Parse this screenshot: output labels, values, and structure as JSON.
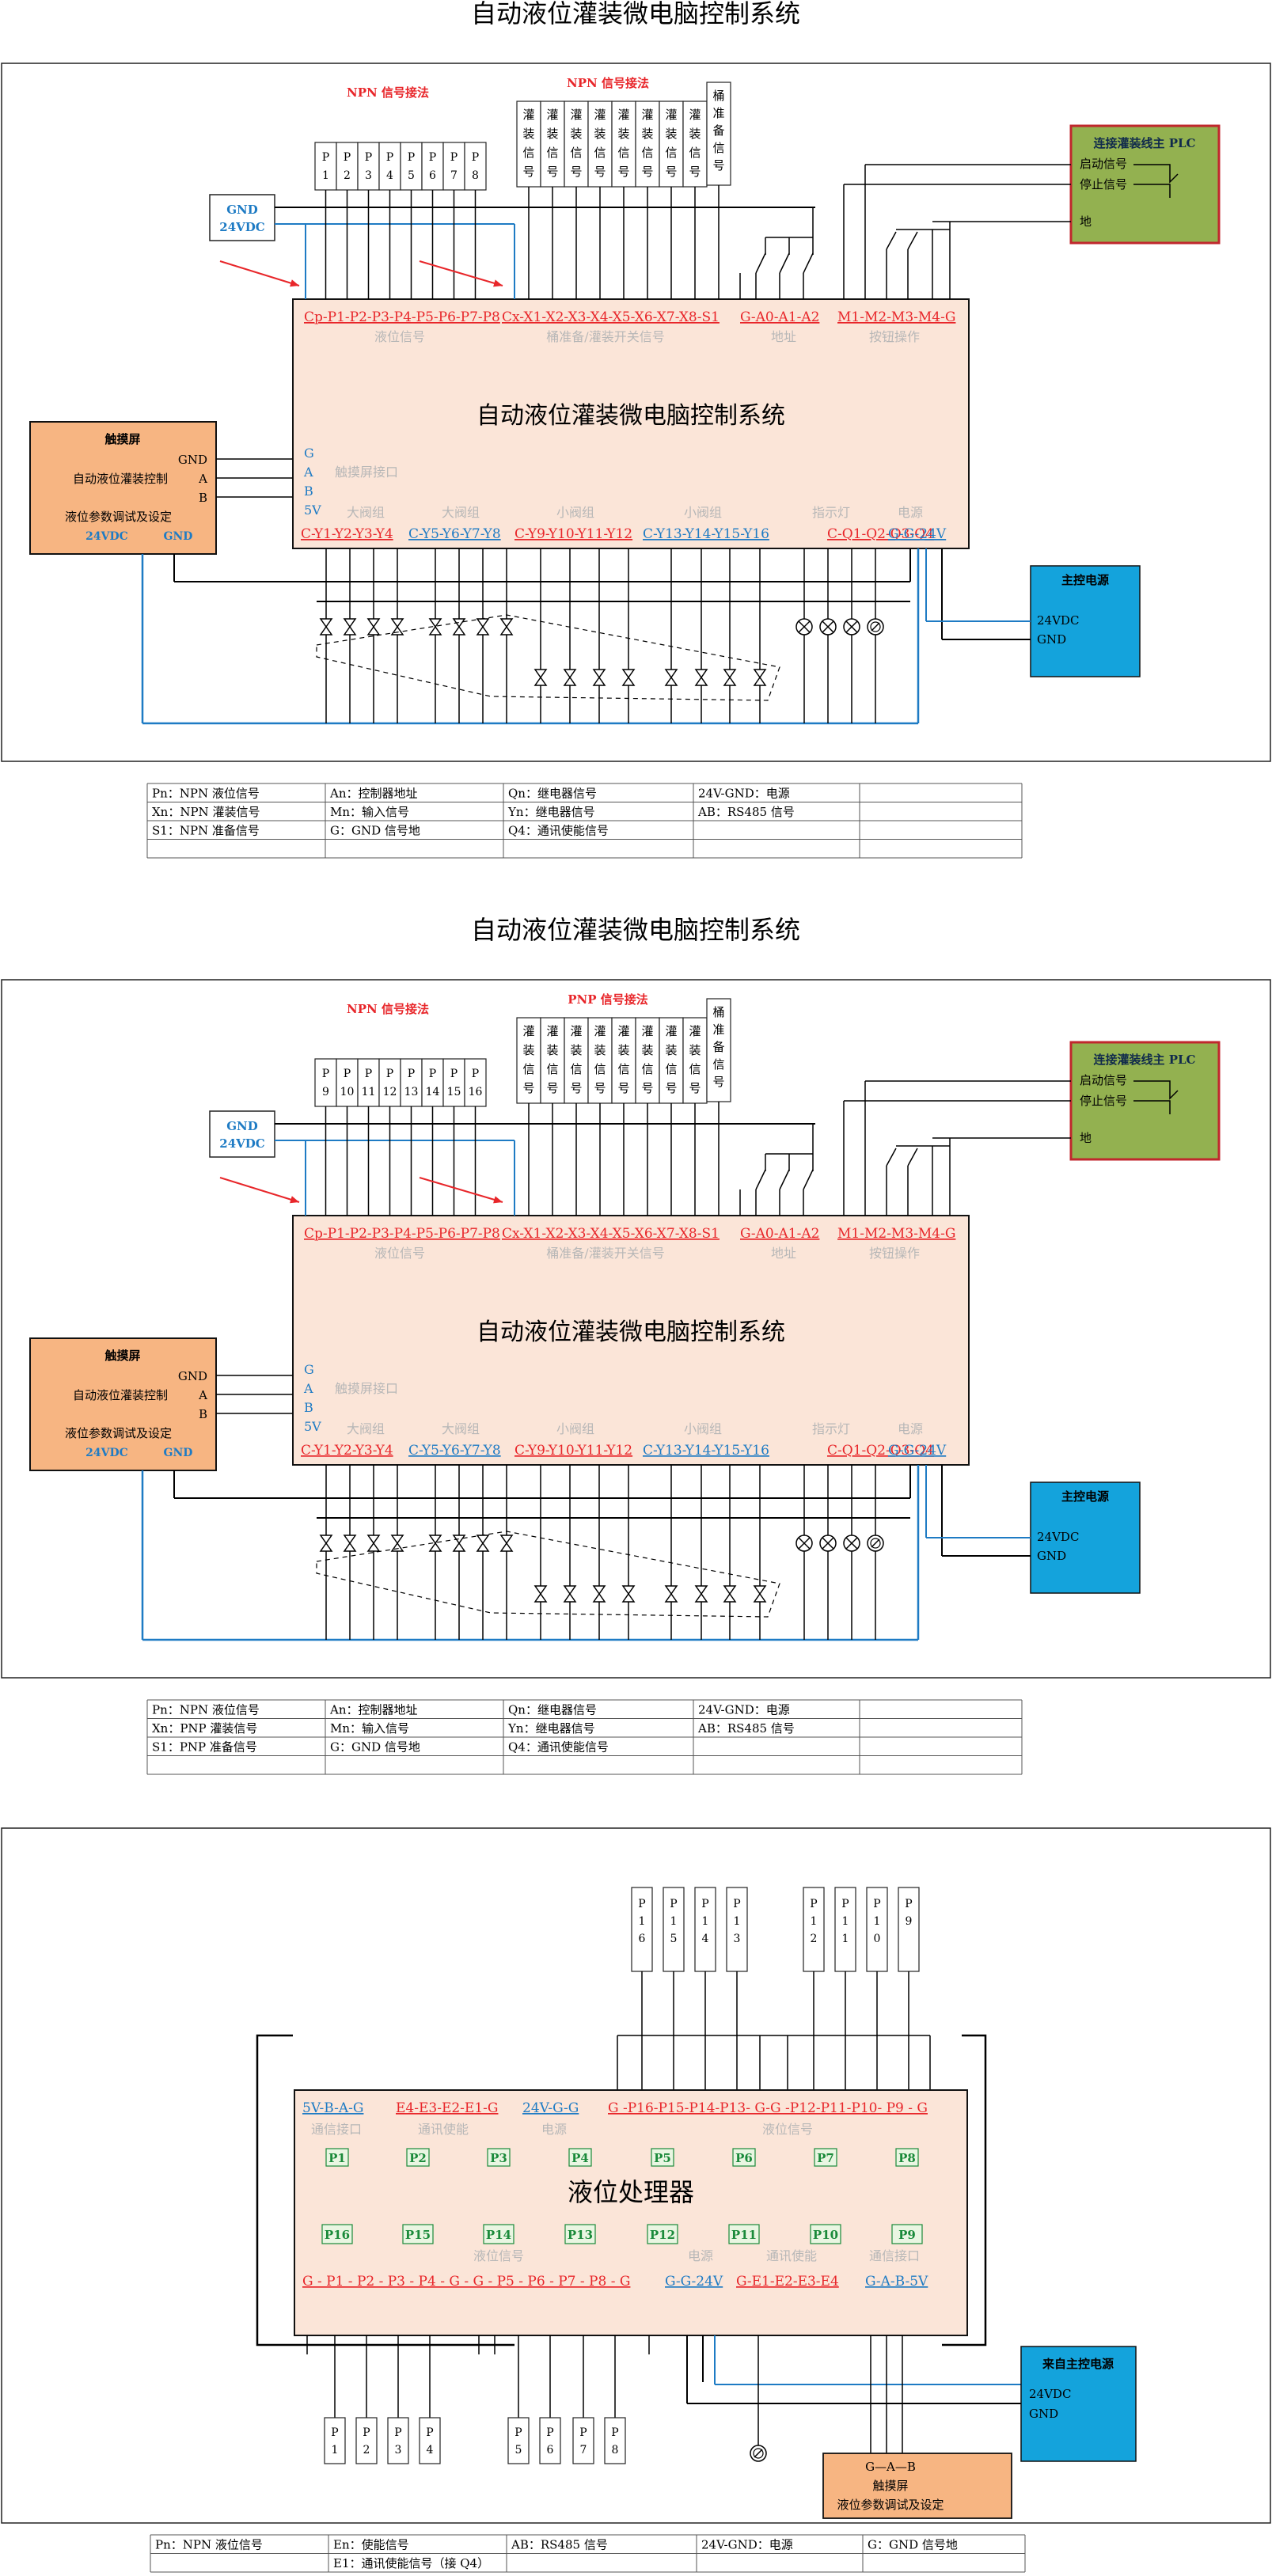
{
  "diagram1": {
    "title": "自动液位灌装微电脑控制系统",
    "npn_label": "NPN 信号接法",
    "npn_label2": "NPN 信号接法",
    "p_labels": [
      "P1",
      "P2",
      "P3",
      "P4",
      "P5",
      "P6",
      "P7",
      "P8"
    ],
    "fill_label": "灌装信号",
    "standby_label": "桶准备信号",
    "gnd_box": [
      "GND",
      "24VDC"
    ],
    "plc": {
      "title": "连接灌装线主 PLC",
      "start": "启动信号",
      "stop": "停止信号",
      "gnd": "地"
    },
    "top_terms": [
      "Cp-P1-P2-P3-P4-P5-P6-P7-P8",
      "Cx-X1-X2-X3-X4-X5-X6-X7-X8-S1",
      "G-A0-A1-A2",
      "M1-M2-M3-M4-G"
    ],
    "top_desc": [
      "液位信号",
      "桶准备/灌装开关信号",
      "地址",
      "按钮操作"
    ],
    "main_title": "自动液位灌装微电脑控制系统",
    "side_terms": [
      "G",
      "A",
      "B",
      "5V"
    ],
    "touch_port": "触摸屏接口",
    "bottom_desc": [
      "大阀组",
      "大阀组",
      "小阀组",
      "小阀组",
      "指示灯",
      "电源"
    ],
    "bottom_terms": [
      "C-Y1-Y2-Y3-Y4",
      "C-Y5-Y6-Y7-Y8",
      "C-Y9-Y10-Y11-Y12",
      "C-Y13-Y14-Y15-Y16",
      "C-Q1-Q2-Q3-Q4",
      "G-G-24V"
    ],
    "touch": {
      "title": "触摸屏",
      "gnd": "GND",
      "ctrl": "自动液位灌装控制",
      "a": "A",
      "b": "B",
      "set": "液位参数调试及设定",
      "v24": "24VDC",
      "g": "GND"
    },
    "power": {
      "title": "主控电源",
      "v24": "24VDC",
      "gnd": "GND"
    },
    "legend": [
      [
        "Pn：NPN 液位信号",
        "An：控制器地址",
        "Qn：继电器信号",
        "24V-GND：电源",
        ""
      ],
      [
        "Xn：NPN 灌装信号",
        "Mn：输入信号",
        "Yn：继电器信号",
        "AB：RS485 信号",
        ""
      ],
      [
        "S1：NPN 准备信号",
        "G：GND 信号地",
        "Q4：通讯使能信号",
        "",
        ""
      ],
      [
        "",
        "",
        "",
        "",
        ""
      ]
    ]
  },
  "diagram2": {
    "title": "自动液位灌装微电脑控制系统",
    "npn_label": "NPN 信号接法",
    "pnp_label": "PNP 信号接法",
    "p_labels": [
      "P9",
      "P10",
      "P11",
      "P12",
      "P13",
      "P14",
      "P15",
      "P16"
    ],
    "fill_label": "灌装信号",
    "standby_label": "桶准备信号",
    "gnd_box": [
      "GND",
      "24VDC"
    ],
    "plc": {
      "title": "连接灌装线主 PLC",
      "start": "启动信号",
      "stop": "停止信号",
      "gnd": "地"
    },
    "top_terms": [
      "Cp-P1-P2-P3-P4-P5-P6-P7-P8",
      "Cx-X1-X2-X3-X4-X5-X6-X7-X8-S1",
      "G-A0-A1-A2",
      "M1-M2-M3-M4-G"
    ],
    "top_desc": [
      "液位信号",
      "桶准备/灌装开关信号",
      "地址",
      "按钮操作"
    ],
    "main_title": "自动液位灌装微电脑控制系统",
    "side_terms": [
      "G",
      "A",
      "B",
      "5V"
    ],
    "touch_port": "触摸屏接口",
    "bottom_desc": [
      "大阀组",
      "大阀组",
      "小阀组",
      "小阀组",
      "指示灯",
      "电源"
    ],
    "bottom_terms": [
      "C-Y1-Y2-Y3-Y4",
      "C-Y5-Y6-Y7-Y8",
      "C-Y9-Y10-Y11-Y12",
      "C-Y13-Y14-Y15-Y16",
      "C-Q1-Q2-Q3-Q4",
      "G-G-24V"
    ],
    "touch": {
      "title": "触摸屏",
      "gnd": "GND",
      "ctrl": "自动液位灌装控制",
      "a": "A",
      "b": "B",
      "set": "液位参数调试及设定",
      "v24": "24VDC",
      "g": "GND"
    },
    "power": {
      "title": "主控电源",
      "v24": "24VDC",
      "gnd": "GND"
    },
    "legend": [
      [
        "Pn：NPN 液位信号",
        "An：控制器地址",
        "Qn：继电器信号",
        "24V-GND：电源",
        ""
      ],
      [
        "Xn：PNP 灌装信号",
        "Mn：输入信号",
        "Yn：继电器信号",
        "AB：RS485 信号",
        ""
      ],
      [
        "S1：PNP 准备信号",
        "G：GND 信号地",
        "Q4：通讯使能信号",
        "",
        ""
      ],
      [
        "",
        "",
        "",
        "",
        ""
      ]
    ]
  },
  "diagram3": {
    "top_p_left": [
      "P16",
      "P15",
      "P14",
      "P13"
    ],
    "top_p_right": [
      "P12",
      "P11",
      "P10",
      "P9"
    ],
    "top_terms": [
      "5V-B-A-G",
      "E4-E3-E2-E1-G",
      "24V-G-G",
      "G -P16-P15-P14-P13- G-G -P12-P11-P10- P9 - G"
    ],
    "top_desc": [
      "通信接口",
      "通讯使能",
      "电源",
      "液位信号"
    ],
    "leds_row1": [
      "P1",
      "P2",
      "P3",
      "P4",
      "P5",
      "P6",
      "P7",
      "P8"
    ],
    "leds_row2": [
      "P16",
      "P15",
      "P14",
      "P13",
      "P12",
      "P11",
      "P10",
      "P9"
    ],
    "main_title": "液位处理器",
    "bottom_desc": [
      "液位信号",
      "电源",
      "通讯使能",
      "通信接口"
    ],
    "bottom_terms": [
      "G - P1 - P2 - P3 - P4 - G - G - P5 - P6 - P7 - P8 - G",
      "G-G-24V",
      "G-E1-E2-E3-E4",
      "G-A-B-5V"
    ],
    "bottom_p_left": [
      "P1",
      "P2",
      "P3",
      "P4"
    ],
    "bottom_p_right": [
      "P5",
      "P6",
      "P7",
      "P8"
    ],
    "power": {
      "title": "来自主控电源",
      "v24": "24VDC",
      "gnd": "GND"
    },
    "touch": {
      "gab": "G—A—B",
      "title": "触摸屏",
      "set": "液位参数调试及设定"
    },
    "legend": [
      [
        "Pn：NPN 液位信号",
        "En：使能信号",
        "AB：RS485 信号",
        "24V-GND：电源",
        "G：GND 信号地"
      ],
      [
        "",
        "E1：通讯使能信号（接 Q4）",
        "",
        "",
        ""
      ]
    ]
  },
  "colors": {
    "red": "#e8262a",
    "blue": "#1e7bc4",
    "grey": "#b7b7b7",
    "cream": "#fbe5d8",
    "orange": "#f7b582",
    "green": "#93b150",
    "cyan": "#14a3dc",
    "greenText": "#1a8a3a"
  }
}
